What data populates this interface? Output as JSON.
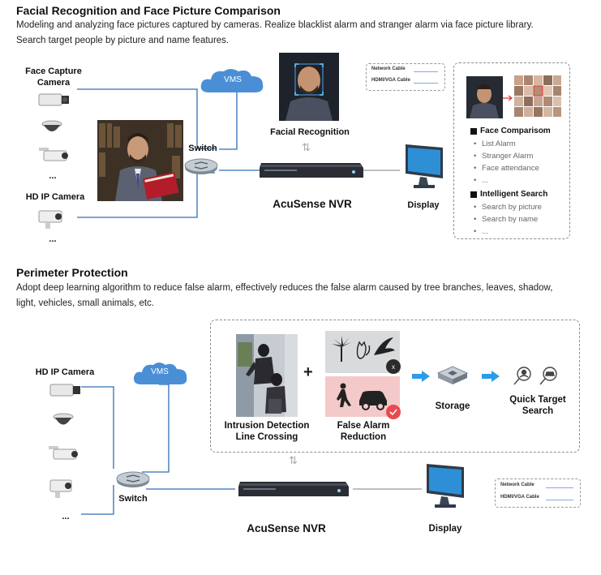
{
  "section1": {
    "title": "Facial Recognition and Face Picture Comparison",
    "desc_line1": "Modeling and analyzing face pictures captured by cameras. Realize blacklist alarm and stranger alarm via face picture library.",
    "desc_line2": "Search target people by picture and name features.",
    "face_capture_camera": "Face Capture Camera",
    "hd_ip_camera": "HD IP Camera",
    "ellipsis": "...",
    "vms": "VMS",
    "switch": "Switch",
    "facial_recognition": "Facial Recognition",
    "nvr": "AcuSense NVR",
    "display": "Display",
    "legend": {
      "network": "Network Cable",
      "hdmi": "HDMI/VGA Cable"
    },
    "face_comparison": {
      "header": "Face Comparisom",
      "items": [
        "List Alarm",
        "Stranger Alarm",
        "Face attendance",
        "..."
      ]
    },
    "intelligent_search": {
      "header": "Intelligent Search",
      "items": [
        "Search by picture",
        "Search by name",
        "..."
      ]
    }
  },
  "section2": {
    "title": "Perimeter Protection",
    "desc_line1": "Adopt deep learning algorithm to reduce false alarm, effectively reduces the false alarm caused by tree branches, leaves, shadow,",
    "desc_line2": "light, vehicles, small animals, etc.",
    "hd_ip_camera": "HD IP Camera",
    "ellipsis": "...",
    "vms": "VMS",
    "switch": "Switch",
    "plus": "+",
    "intrusion": "Intrusion Detection Line Crossing",
    "false_alarm": "False Alarm Reduction",
    "storage": "Storage",
    "quick_search": "Quick Target Search",
    "nvr": "AcuSense NVR",
    "display": "Display",
    "legend": {
      "network": "Network Cable",
      "hdmi": "HDMI/VGA Cable"
    }
  },
  "colors": {
    "cloud": "#4a8fd6",
    "line": "#2f6eb5",
    "arrow": "#2d9ce6",
    "red_badge": "#e84a4f",
    "dark_badge": "#2b2b2b"
  }
}
